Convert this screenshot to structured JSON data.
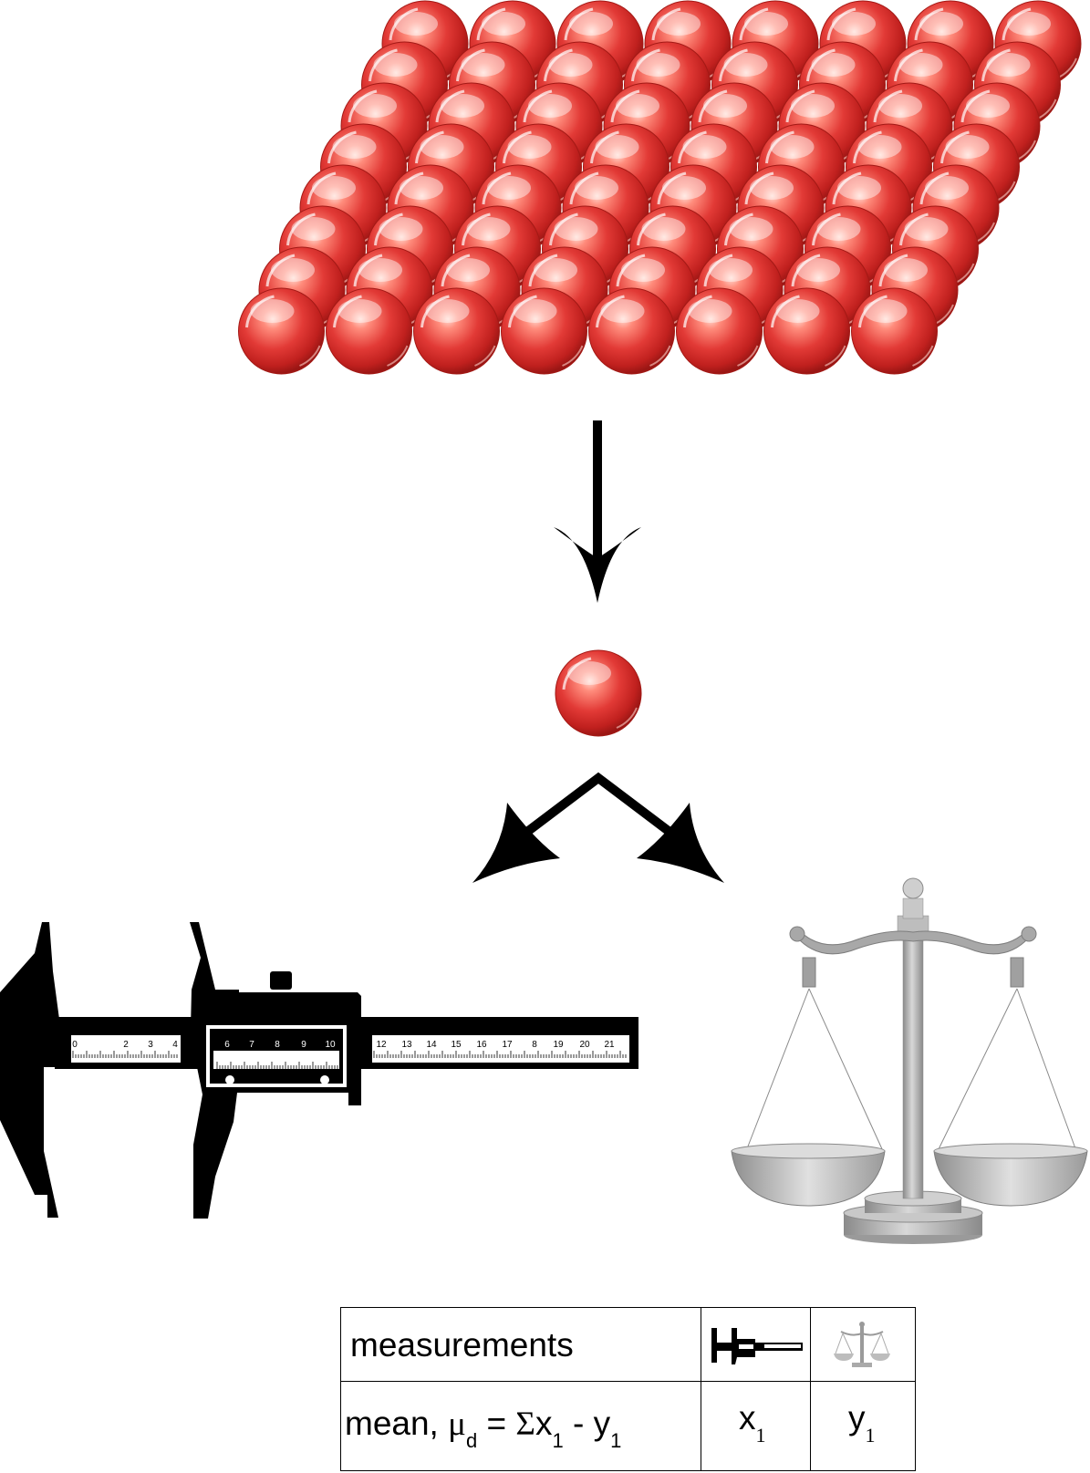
{
  "diagram": {
    "grid": {
      "rows": 8,
      "cols": 8
    },
    "ball_color": "#e23a36",
    "instruments": [
      "caliper-icon",
      "balance-scale-icon"
    ],
    "caliper_scale_top": [
      "0",
      "2",
      "3",
      "4",
      "6",
      "7",
      "8",
      "9",
      "10",
      "12",
      "13",
      "14",
      "15",
      "16",
      "17",
      "8",
      "19",
      "20",
      "21"
    ]
  },
  "table": {
    "header_label": "measurements",
    "row_label": {
      "prefix": "mean, ",
      "mu": "μ",
      "mu_sub": "d",
      "eq": " = ",
      "sigma": "Σ",
      "x": "x",
      "x_sub": "1",
      "minus": " - ",
      "y": "y",
      "y_sub": "1"
    },
    "col_x": {
      "var": "x",
      "sub": "1"
    },
    "col_y": {
      "var": "y",
      "sub": "1"
    }
  }
}
